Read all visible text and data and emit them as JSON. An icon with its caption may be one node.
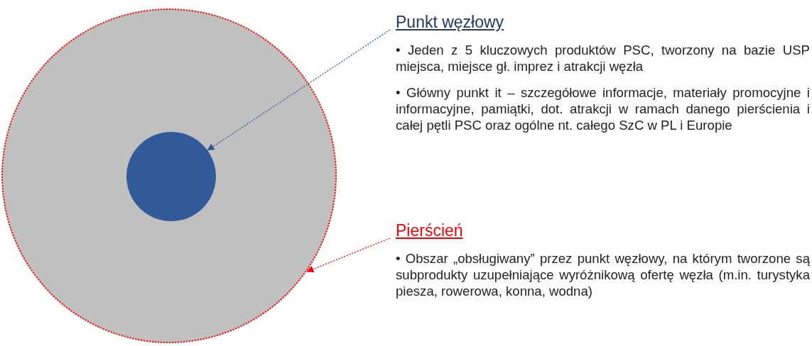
{
  "diagram": {
    "nodes": [
      {
        "text": [],
        "shape": "circle"
      },
      {
        "text": [],
        "shape": "circle",
        "in": 0
      },
      {
        "text": [
          "Punkt węzłowy",
          "• Jeden z 5 kluczowych produktów PSC, tworzony na bazie USP miejsca, miejsce gł. imprez i atrakcji węzła",
          "• Główny punkt it – szczegółowe informacje, materiały promocyjne i informacyjne, pamiątki, dot. atrakcji w ramach danego pierścienia i całej pętli PSC oraz ogólne nt. całego SzC w PL i Europie"
        ]
      },
      {
        "text": [
          "Pierścień",
          "• Obszar „obsługiwany” przez punkt węzłowy, na którym tworzone są subprodukty uzupełniające wyróżnikową ofertę węzła (m.in. turystyka piesza, rowerowa, konna, wodna)"
        ]
      }
    ],
    "edges": [
      {
        "from": 2,
        "to": 1,
        "arrow": "to",
        "style": "dashed",
        "color": "#2f5597"
      },
      {
        "from": 3,
        "to": 0,
        "arrow": "to",
        "style": "dashed",
        "color": "#ff0000"
      }
    ]
  }
}
